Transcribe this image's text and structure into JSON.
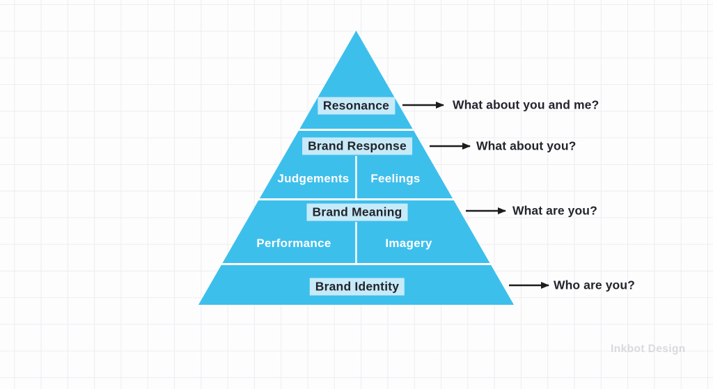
{
  "colors": {
    "pyramid-blue": "#3dbfec",
    "label-bg": "#c7eaf9",
    "text-dark": "#22252b",
    "sub-text": "#ffffff",
    "arrow": "#1c1c1c",
    "grid-line": "#ededf0",
    "background": "#fdfdfe",
    "watermark": "#d9dadd"
  },
  "diagram": {
    "type": "pyramid",
    "levels": [
      {
        "title": "Resonance",
        "question": "What about you and me?"
      },
      {
        "title": "Brand Response",
        "sublevels": [
          "Judgements",
          "Feelings"
        ],
        "question": "What about you?"
      },
      {
        "title": "Brand Meaning",
        "sublevels": [
          "Performance",
          "Imagery"
        ],
        "question": "What are you?"
      },
      {
        "title": "Brand Identity",
        "question": "Who are you?"
      }
    ]
  },
  "watermark": "Inkbot Design"
}
